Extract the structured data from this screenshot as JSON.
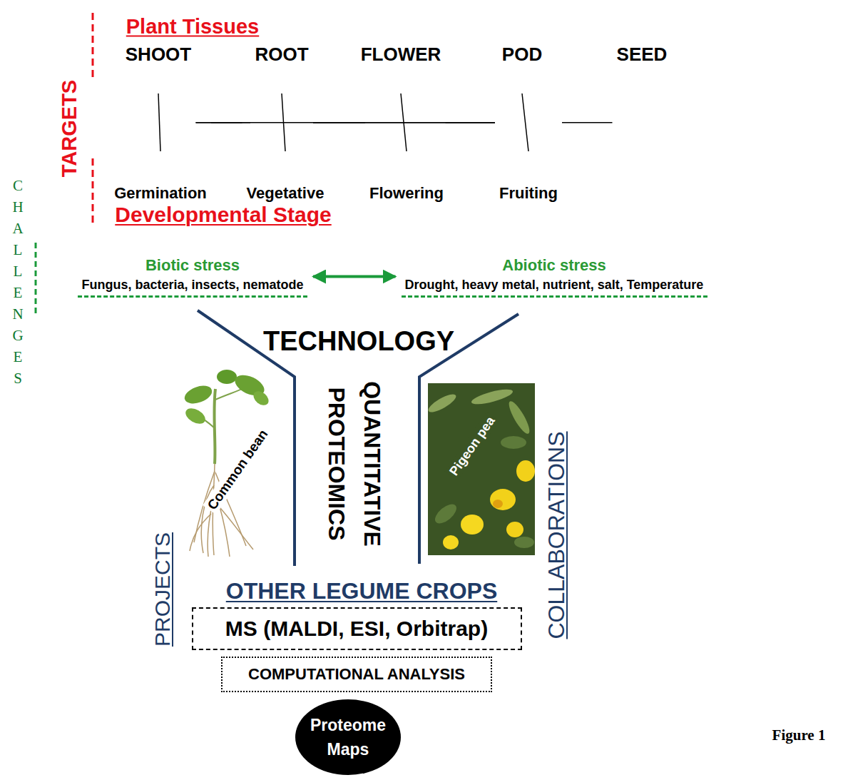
{
  "diagram": {
    "caption": "Figure 1",
    "nodes": [
      {
        "text": [
          "SHOOT"
        ]
      },
      {
        "text": [
          "ROOT"
        ]
      },
      {
        "text": [
          "FLOWER"
        ]
      },
      {
        "text": [
          "POD"
        ]
      },
      {
        "text": [
          "SEED"
        ]
      },
      {
        "text": [
          "Germination"
        ]
      },
      {
        "text": [
          "Vegetative"
        ]
      },
      {
        "text": [
          "Flowering"
        ]
      },
      {
        "text": [
          "Fruiting"
        ]
      },
      {
        "text": [
          "Biotic stress",
          "Fungus, bacteria, insects, nematode"
        ]
      },
      {
        "text": [
          "Abiotic stress",
          "Drought, heavy metal, nutrient, salt, Temperature"
        ]
      },
      {
        "text": [
          "MS (MALDI, ESI, Orbitrap)"
        ]
      },
      {
        "text": [
          "COMPUTATIONAL ANALYSIS"
        ]
      },
      {
        "text": [
          "Proteome Maps"
        ]
      }
    ],
    "edges": [
      {
        "from": 0,
        "to": 5,
        "arrow": "none"
      },
      {
        "from": 0,
        "to": 6,
        "arrow": "none"
      },
      {
        "from": 0,
        "to": 8,
        "arrow": "none"
      },
      {
        "from": 1,
        "to": 5,
        "arrow": "none"
      },
      {
        "from": 1,
        "to": 6,
        "arrow": "none"
      },
      {
        "from": 1,
        "to": 7,
        "arrow": "none"
      },
      {
        "from": 1,
        "to": 8,
        "arrow": "none"
      },
      {
        "from": 2,
        "to": 7,
        "arrow": "none"
      },
      {
        "from": 2,
        "to": 8,
        "arrow": "none"
      },
      {
        "from": 3,
        "to": 8,
        "arrow": "none"
      },
      {
        "from": 4,
        "to": 8,
        "arrow": "none"
      },
      {
        "from": 9,
        "to": 10,
        "arrow": "both"
      }
    ],
    "labels": [
      "Plant Tissues",
      "TARGETS",
      "Developmental Stage",
      "CHALLENGES",
      "TECHNOLOGY",
      "QUANTITATIVE PROTEOMICS",
      "Common bean",
      "Pigeon pea",
      "PROJECTS",
      "OTHER LEGUME CROPS",
      "COLLABORATIONS"
    ]
  }
}
